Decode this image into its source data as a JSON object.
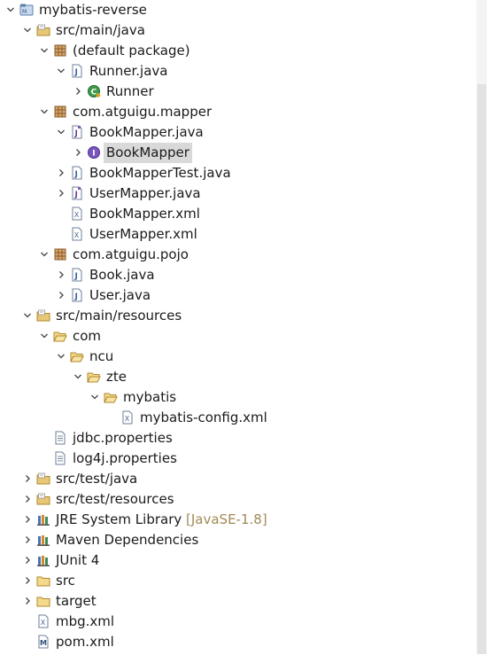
{
  "tree": {
    "rows": [
      {
        "label": "mybatis-reverse",
        "icon": "project-icon",
        "depth": 0,
        "toggle": "expanded"
      },
      {
        "label": "src/main/java",
        "icon": "source-folder-icon",
        "depth": 1,
        "toggle": "expanded"
      },
      {
        "label": "(default package)",
        "icon": "package-icon",
        "depth": 2,
        "toggle": "expanded"
      },
      {
        "label": "Runner.java",
        "icon": "java-file-icon",
        "depth": 3,
        "toggle": "expanded"
      },
      {
        "label": "Runner",
        "icon": "class-icon",
        "depth": 4,
        "toggle": "collapsed"
      },
      {
        "label": "com.atguigu.mapper",
        "icon": "package-icon",
        "depth": 2,
        "toggle": "expanded"
      },
      {
        "label": "BookMapper.java",
        "icon": "interface-file-icon",
        "depth": 3,
        "toggle": "expanded"
      },
      {
        "label": "BookMapper",
        "icon": "interface-icon",
        "depth": 4,
        "toggle": "collapsed",
        "selected": true
      },
      {
        "label": "BookMapperTest.java",
        "icon": "java-file-icon",
        "depth": 3,
        "toggle": "collapsed"
      },
      {
        "label": "UserMapper.java",
        "icon": "interface-file-icon",
        "depth": 3,
        "toggle": "collapsed"
      },
      {
        "label": "BookMapper.xml",
        "icon": "xml-file-icon",
        "depth": 3,
        "toggle": "none"
      },
      {
        "label": "UserMapper.xml",
        "icon": "xml-file-icon",
        "depth": 3,
        "toggle": "none"
      },
      {
        "label": "com.atguigu.pojo",
        "icon": "package-icon",
        "depth": 2,
        "toggle": "expanded"
      },
      {
        "label": "Book.java",
        "icon": "java-file-icon",
        "depth": 3,
        "toggle": "collapsed"
      },
      {
        "label": "User.java",
        "icon": "java-file-icon",
        "depth": 3,
        "toggle": "collapsed"
      },
      {
        "label": "src/main/resources",
        "icon": "source-folder-icon",
        "depth": 1,
        "toggle": "expanded"
      },
      {
        "label": "com",
        "icon": "folder-open-icon",
        "depth": 2,
        "toggle": "expanded"
      },
      {
        "label": "ncu",
        "icon": "folder-open-icon",
        "depth": 3,
        "toggle": "expanded"
      },
      {
        "label": "zte",
        "icon": "folder-open-icon",
        "depth": 4,
        "toggle": "expanded"
      },
      {
        "label": "mybatis",
        "icon": "folder-open-icon",
        "depth": 5,
        "toggle": "expanded"
      },
      {
        "label": "mybatis-config.xml",
        "icon": "xml-file-icon",
        "depth": 6,
        "toggle": "none"
      },
      {
        "label": "jdbc.properties",
        "icon": "properties-file-icon",
        "depth": 2,
        "toggle": "none"
      },
      {
        "label": "log4j.properties",
        "icon": "properties-file-icon",
        "depth": 2,
        "toggle": "none"
      },
      {
        "label": "src/test/java",
        "icon": "source-folder-icon",
        "depth": 1,
        "toggle": "collapsed"
      },
      {
        "label": "src/test/resources",
        "icon": "source-folder-icon",
        "depth": 1,
        "toggle": "collapsed"
      },
      {
        "label": "JRE System Library",
        "decoration": "[JavaSE-1.8]",
        "icon": "library-icon",
        "depth": 1,
        "toggle": "collapsed"
      },
      {
        "label": "Maven Dependencies",
        "icon": "library-icon",
        "depth": 1,
        "toggle": "collapsed"
      },
      {
        "label": "JUnit 4",
        "icon": "library-icon",
        "depth": 1,
        "toggle": "collapsed"
      },
      {
        "label": "src",
        "icon": "folder-icon",
        "depth": 1,
        "toggle": "collapsed"
      },
      {
        "label": "target",
        "icon": "folder-icon",
        "depth": 1,
        "toggle": "collapsed"
      },
      {
        "label": "mbg.xml",
        "icon": "xml-file-icon",
        "depth": 1,
        "toggle": "none"
      },
      {
        "label": "pom.xml",
        "icon": "maven-pom-icon",
        "depth": 1,
        "toggle": "none"
      }
    ]
  }
}
